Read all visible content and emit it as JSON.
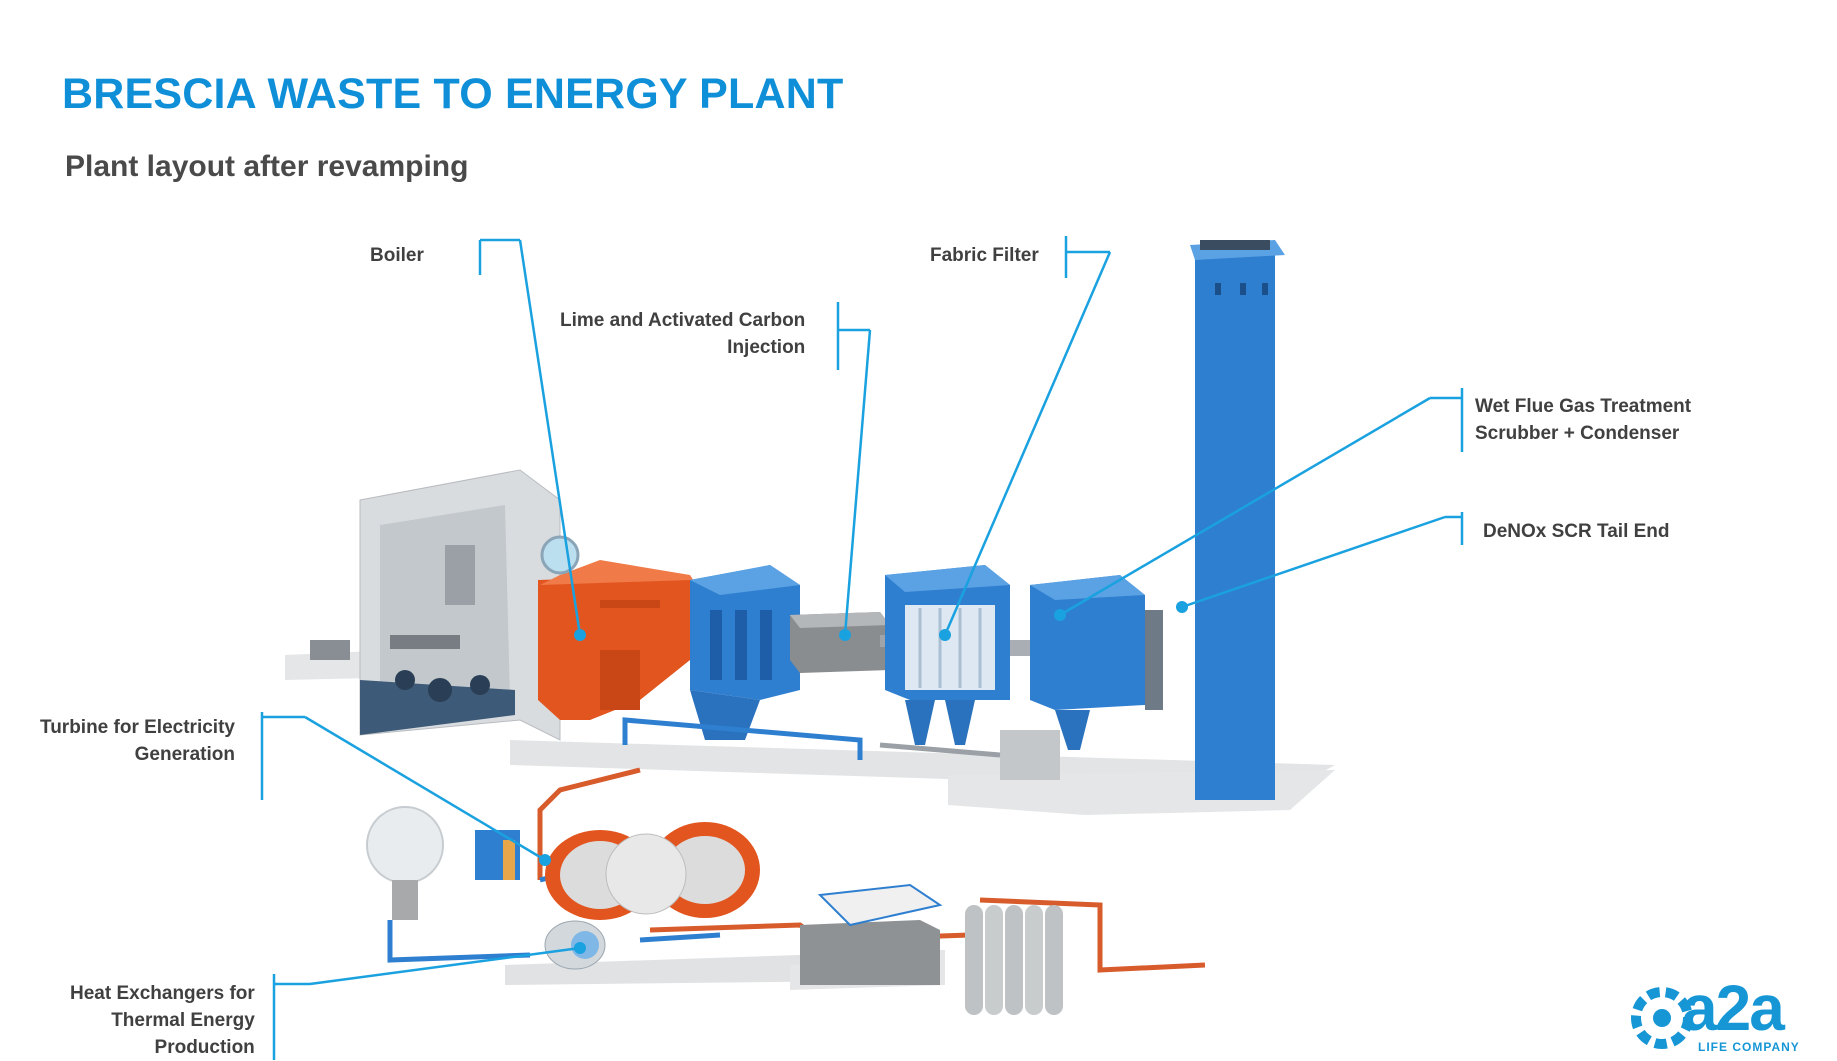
{
  "title": "BRESCIA WASTE TO ENERGY PLANT",
  "subtitle": "Plant layout after revamping",
  "labels": {
    "boiler": "Boiler",
    "lime_line1": "Lime and Activated Carbon",
    "lime_line2": "Injection",
    "fabric_filter": "Fabric Filter",
    "wet_line1": "Wet Flue Gas Treatment",
    "wet_line2": "Scrubber + Condenser",
    "denox": "DeNOx SCR Tail End",
    "turbine_line1": "Turbine for Electricity",
    "turbine_line2": "Generation",
    "heat_line1": "Heat Exchangers for",
    "heat_line2": "Thermal Energy",
    "heat_line3": "Production"
  },
  "logo": {
    "name": "a2a",
    "tagline": "LIFE COMPANY"
  },
  "colors": {
    "accent": "#0e8fd8",
    "equipment_blue": "#2f7fd0",
    "boiler_orange": "#e2551f",
    "leader_line": "#1aa1e0"
  }
}
